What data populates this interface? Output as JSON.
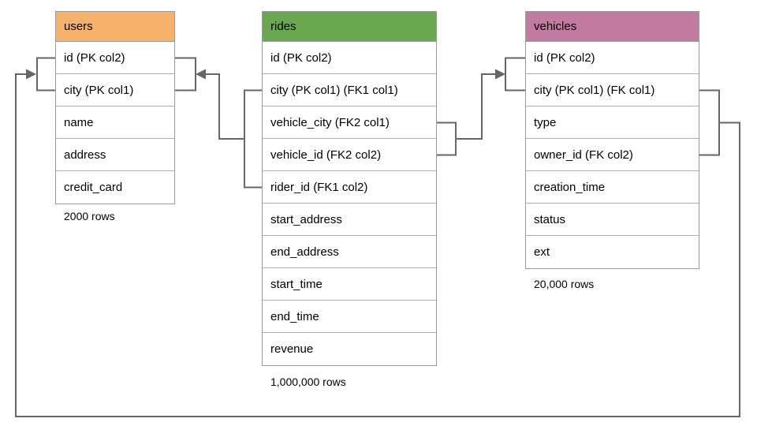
{
  "diagram": {
    "tables": [
      {
        "id": "users",
        "title": "users",
        "header_color": "#f6b26b",
        "columns": [
          "id (PK col2)",
          "city (PK col1)",
          "name",
          "address",
          "credit_card"
        ],
        "row_count_label": "2000 rows"
      },
      {
        "id": "rides",
        "title": "rides",
        "header_color": "#6aa84f",
        "columns": [
          "id (PK col2)",
          "city (PK col1) (FK1 col1)",
          "vehicle_city (FK2 col1)",
          "vehicle_id (FK2 col2)",
          "rider_id (FK1 col2)",
          "start_address",
          "end_address",
          "start_time",
          "end_time",
          "revenue"
        ],
        "row_count_label": "1,000,000 rows"
      },
      {
        "id": "vehicles",
        "title": "vehicles",
        "header_color": "#c27ba0",
        "columns": [
          "id (PK col2)",
          "city (PK col1) (FK col1)",
          "type",
          "owner_id (FK col2)",
          "creation_time",
          "status",
          "ext"
        ],
        "row_count_label": "20,000 rows"
      }
    ],
    "relationships": [
      {
        "name": "FK1",
        "from": "rides (city, rider_id)",
        "to": "users (city, id)"
      },
      {
        "name": "FK2",
        "from": "rides (vehicle_city, vehicle_id)",
        "to": "vehicles (city, id)"
      },
      {
        "name": "FK",
        "from": "vehicles (city, owner_id)",
        "to": "users (city, id)"
      }
    ],
    "colors": {
      "connector": "#666666",
      "cell_border": "#b0b0b0",
      "table_border": "#9a9a9a",
      "users_header": "#f6b26b",
      "rides_header": "#6aa84f",
      "vehicles_header": "#c27ba0"
    }
  }
}
